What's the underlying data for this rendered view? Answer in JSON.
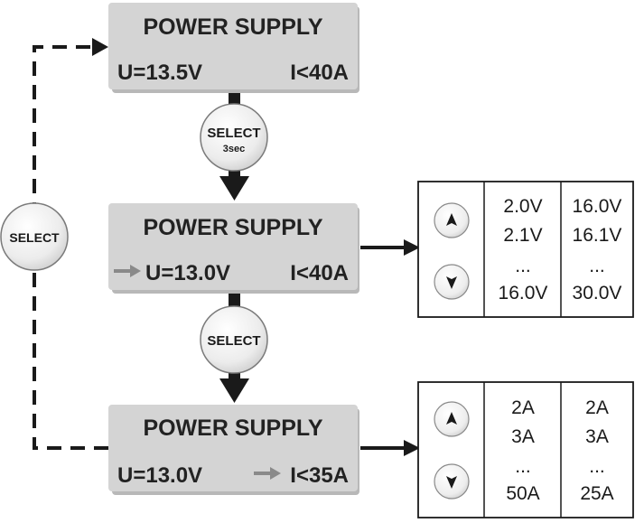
{
  "screens": [
    {
      "title": "POWER SUPPLY",
      "voltage": "U=13.5V",
      "current": "I<40A"
    },
    {
      "title": "POWER SUPPLY",
      "voltage": "U=13.0V",
      "current": "I<40A"
    },
    {
      "title": "POWER SUPPLY",
      "voltage": "U=13.0V",
      "current": "I<35A"
    }
  ],
  "buttons": {
    "select_hold": {
      "label": "SELECT",
      "sublabel": "3sec"
    },
    "select_next": {
      "label": "SELECT"
    },
    "select_loop": {
      "label": "SELECT"
    }
  },
  "voltage_table": {
    "col1": [
      "2.0V",
      "2.1V",
      "...",
      "16.0V"
    ],
    "col2": [
      "16.0V",
      "16.1V",
      "...",
      "30.0V"
    ]
  },
  "current_table": {
    "col1": [
      "2A",
      "3A",
      "...",
      "50A"
    ],
    "col2": [
      "2A",
      "3A",
      "...",
      "25A"
    ]
  },
  "colors": {
    "lcd_fill": "#d4d4d4",
    "lcd_shadow": "#b0b0b0",
    "line": "#1a1a1a",
    "indicator_arrow": "#8a8a8a"
  }
}
